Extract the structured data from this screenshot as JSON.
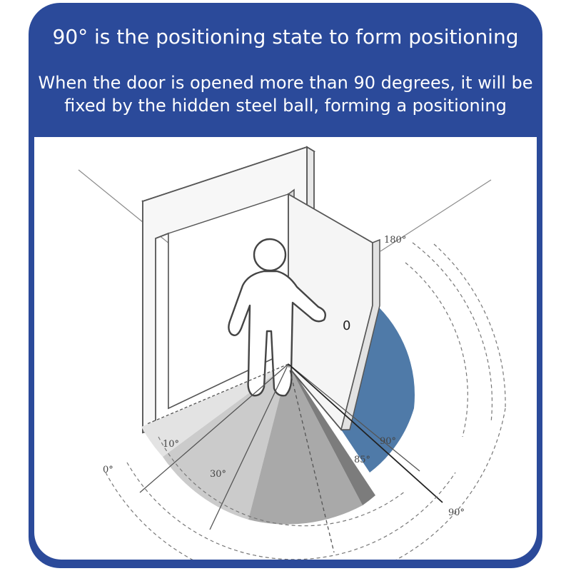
{
  "header": {
    "title": "90° is the positioning state to form positioning",
    "subtitle": "When the door is opened more than 90 degrees, it will be fixed by the hidden steel ball, forming a positioning"
  },
  "diagram": {
    "angle_labels": {
      "a180": "180°",
      "a90_inner": "90°",
      "a85": "85°",
      "a10": "10°",
      "a30": "30°",
      "a0": "0°",
      "a90_outer": "90°"
    },
    "door_knob": "0",
    "colors": {
      "brand_blue": "#2b4a9a",
      "positioning_zone": "#4f7aa8",
      "sector_light": "#d8d8d8",
      "sector_mid": "#b9b9b9",
      "sector_dark": "#9e9e9e",
      "sector_darkest": "#7c7c7c"
    }
  }
}
